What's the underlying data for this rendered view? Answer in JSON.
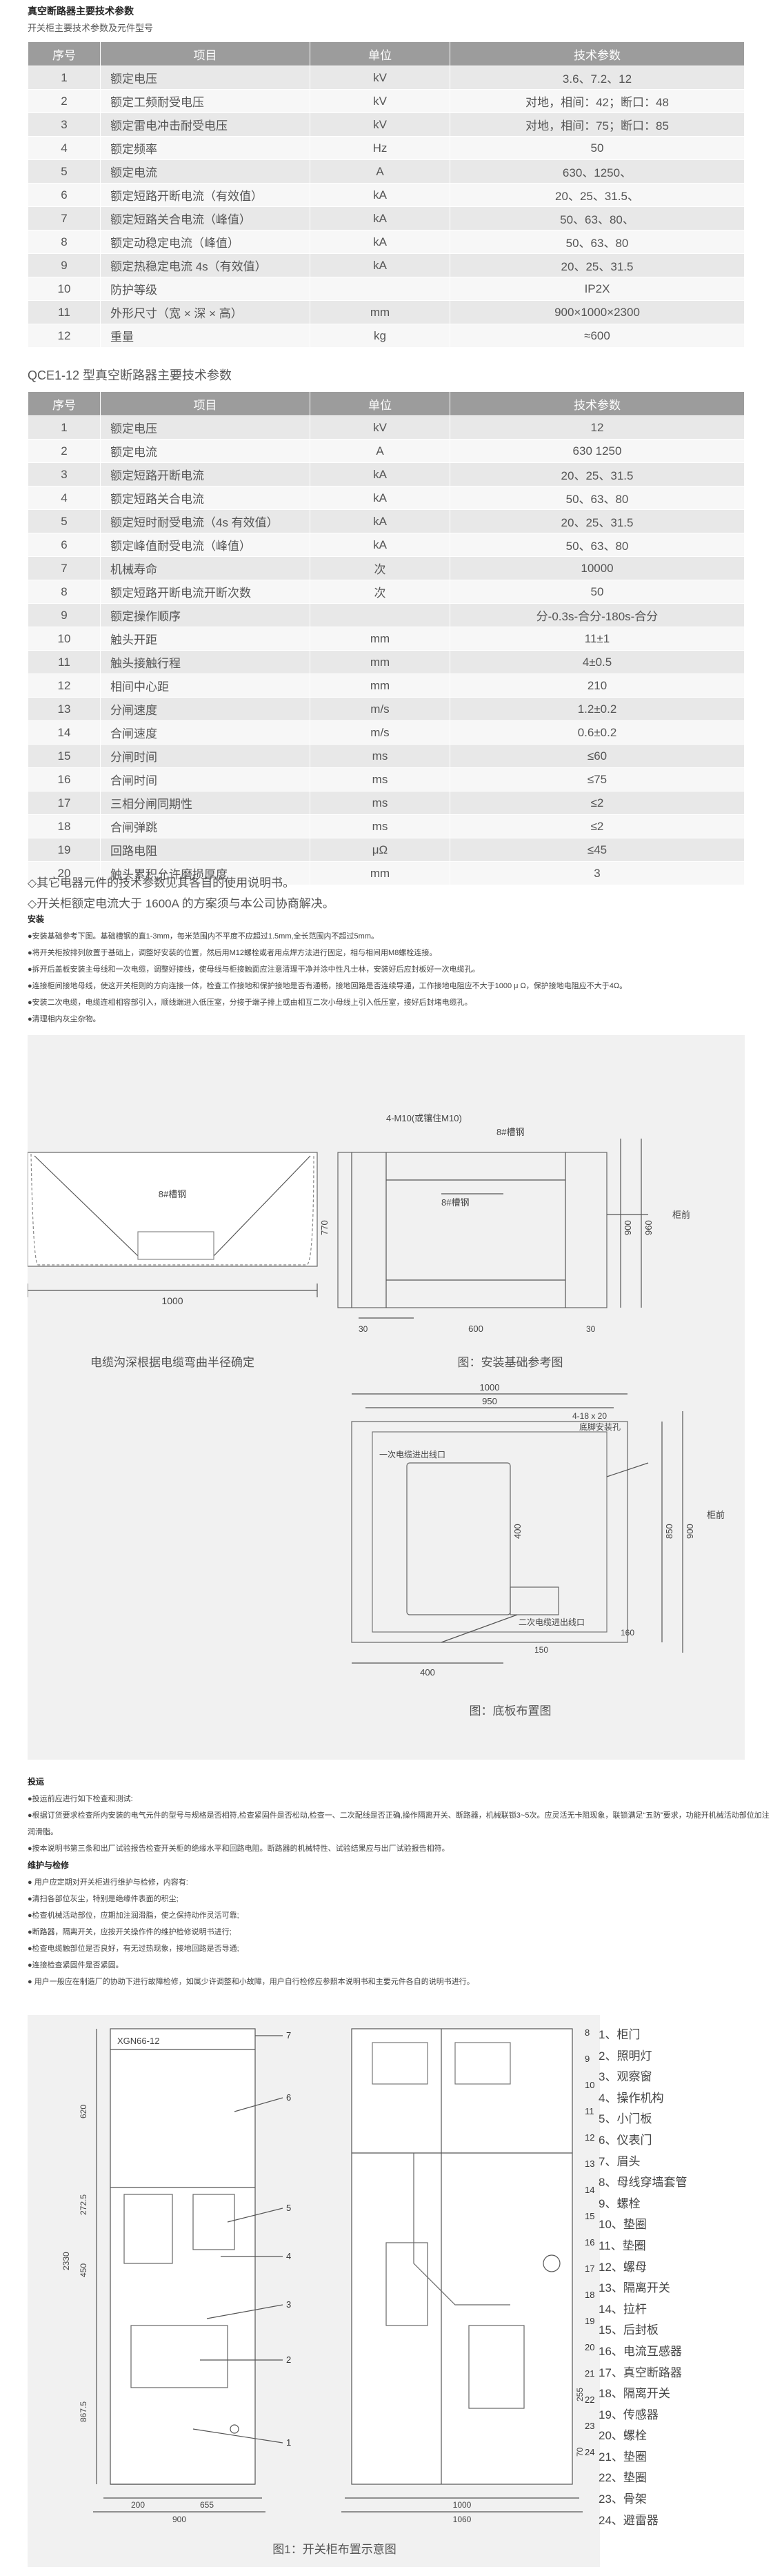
{
  "header": {
    "title": "真空断路器主要技术参数",
    "subtitle": "开关柜主要技术参数及元件型号"
  },
  "table1": {
    "headers": [
      "序号",
      "项目",
      "单位",
      "技术参数"
    ],
    "rows": [
      [
        "1",
        "额定电压",
        "kV",
        "3.6、7.2、12"
      ],
      [
        "2",
        "额定工频耐受电压",
        "kV",
        "对地，相间：42；断口：48"
      ],
      [
        "3",
        "额定雷电冲击耐受电压",
        "kV",
        "对地，相间：75；断口：85"
      ],
      [
        "4",
        "额定频率",
        "Hz",
        "50"
      ],
      [
        "5",
        "额定电流",
        "A",
        "630、1250、"
      ],
      [
        "6",
        "额定短路开断电流（有效值）",
        "kA",
        "20、25、31.5、"
      ],
      [
        "7",
        "额定短路关合电流（峰值）",
        "kA",
        "50、63、80、"
      ],
      [
        "8",
        "额定动稳定电流（峰值）",
        "kA",
        "50、63、80"
      ],
      [
        "9",
        "额定热稳定电流 4s（有效值）",
        "kA",
        "20、25、31.5"
      ],
      [
        "10",
        "防护等级",
        "",
        "IP2X"
      ],
      [
        "11",
        "外形尺寸（宽 × 深 × 高）",
        "mm",
        "900×1000×2300"
      ],
      [
        "12",
        "重量",
        "kg",
        "≈600"
      ]
    ]
  },
  "table2": {
    "title": "QCE1-12 型真空断路器主要技术参数",
    "headers": [
      "序号",
      "项目",
      "单位",
      "技术参数"
    ],
    "rows": [
      [
        "1",
        "额定电压",
        "kV",
        "12"
      ],
      [
        "2",
        "额定电流",
        "A",
        "630 1250"
      ],
      [
        "3",
        "额定短路开断电流",
        "kA",
        "20、25、31.5"
      ],
      [
        "4",
        "额定短路关合电流",
        "kA",
        "50、63、80"
      ],
      [
        "5",
        "额定短时耐受电流（4s 有效值）",
        "kA",
        "20、25、31.5"
      ],
      [
        "6",
        "额定峰值耐受电流（峰值）",
        "kA",
        "50、63、80"
      ],
      [
        "7",
        "机械寿命",
        "次",
        "10000"
      ],
      [
        "8",
        "额定短路开断电流开断次数",
        "次",
        "50"
      ],
      [
        "9",
        "额定操作顺序",
        "",
        "分-0.3s-合分-180s-合分"
      ],
      [
        "10",
        "触头开距",
        "mm",
        "11±1"
      ],
      [
        "11",
        "触头接触行程",
        "mm",
        "4±0.5"
      ],
      [
        "12",
        "相间中心距",
        "mm",
        "210"
      ],
      [
        "13",
        "分闸速度",
        "m/s",
        "1.2±0.2"
      ],
      [
        "14",
        "合闸速度",
        "m/s",
        "0.6±0.2"
      ],
      [
        "15",
        "分闸时间",
        "ms",
        "≤60"
      ],
      [
        "16",
        "合闸时间",
        "ms",
        "≤75"
      ],
      [
        "17",
        "三相分闸同期性",
        "ms",
        "≤2"
      ],
      [
        "18",
        "合闸弹跳",
        "ms",
        "≤2"
      ],
      [
        "19",
        "回路电阻",
        "μΩ",
        "≤45"
      ],
      [
        "20",
        "触头累积允许磨损厚度",
        "mm",
        "3"
      ]
    ]
  },
  "notes": [
    "◇其它电器元件的技术参数见其各自的使用说明书。",
    "◇开关柜额定电流大于 1600A 的方案须与本公司协商解决。"
  ],
  "install": {
    "heading": "安装",
    "items": [
      "●安装基础参考下图。基础槽钢的直1-3mm，每米范围内不平度不应超过1.5mm,全长范围内不超过5mm。",
      "●将开关柜按排列放置于基础上，调整好安装的位置，然后用M12螺栓或者用点焊方法进行固定，相与相间用M8螺栓连接。",
      "●拆开后盖板安装主母线和一次电缆，调整好接线，使母线与柜接触面应注意清理干净并涂中性凡士林，安装好后应封板好一次电缆孔。",
      "●连接柜间接地母线，使这开关柜则的方向连接一体，检查工作接地和保护接地是否有通畅，接地回路是否连续导通，工作接地电阻应不大于1000 μ Ω，保护接地电阻应不大于4Ω。",
      "●安装二次电缆，电缆连相相容部引入，顺线端进入低压室，分接于端子排上或由相互二次小母线上引入低压室，接好后封堵电缆孔。",
      "●清理相内灰尘杂物。"
    ]
  },
  "fig1": {
    "left_caption": "电缆沟深根据电缆弯曲半径确定",
    "right_caption": "图：安装基础参考图",
    "channel_label": "8#槽钢",
    "bolt_label": "4-M10(或镶住M10)",
    "dim_1000": "1000",
    "dim_770": "770",
    "dim_600": "600",
    "dim_30": "30",
    "dim_900": "900",
    "dim_960": "960",
    "front_label": "柜前"
  },
  "fig2": {
    "caption": "图：底板布置图",
    "hole_label": "4-18 x 20",
    "hole_sub": "底脚安装孔",
    "cable_hole_1": "一次电缆进出线口",
    "cable_hole_2": "二次电缆进出线口",
    "front_label": "柜前",
    "dim_1000": "1000",
    "dim_950": "950",
    "dim_400a": "400",
    "dim_400b": "400",
    "dim_850": "850",
    "dim_900": "900",
    "dim_160": "160",
    "dim_150": "150"
  },
  "ops": {
    "heading1": "投运",
    "items1": [
      "●投运前应进行如下检查和测试:",
      "●根据订货要求检查所内安装的电气元件的型号与规格是否相符,检查紧固件是否松动,检查一、二次配线是否正确,操作隔离开关、断路器，机械联锁3~5次。应灵活无卡阻现象，联锁满足“五防”要求，功能开机械活动部位加注润滑脂。",
      "●按本说明书第三条和出厂试验报告检查开关柜的绝缘水平和回路电阻。断路器的机械特性、试验结果应与出厂试验报告相符。"
    ],
    "heading2": "维护与检修",
    "items2": [
      "● 用户应定期对开关柜进行维护与检修，内容有:",
      "●清扫各部位灰尘，特别是绝缘件表面的积尘;",
      "●检查机械活动部位，应期加注润滑脂，使之保持动作灵活可靠;",
      "●断路器，隔离开关，应按开关操作件的维护检修说明书进行;",
      "●检查电缆触部位是否良好，有无过热现象，接地回路是否导通;",
      "●连接检查紧固件是否紧固。",
      "● 用户一般应在制造厂的协助下进行故障检修，如属少许调整和小故障，用户自行检修应参照本说明书和主要元件各自的说明书进行。"
    ]
  },
  "fig3": {
    "caption": "图1：开关柜布置示意图",
    "cabinet_label": "XGN66-12",
    "dims": {
      "d620": "620",
      "d272": "272.5",
      "d450": "450",
      "d2330": "2330",
      "d867": "867.5",
      "d200": "200",
      "d655": "655",
      "d900": "900",
      "d1000": "1000",
      "d1060": "1060",
      "d255": "255",
      "d70": "70"
    },
    "callouts_left": [
      "7",
      "6",
      "5",
      "4",
      "3",
      "2",
      "1"
    ],
    "callouts_right": [
      "8",
      "9",
      "10",
      "11",
      "12",
      "13",
      "14",
      "15",
      "16",
      "17",
      "18",
      "19",
      "20",
      "21",
      "22",
      "23",
      "24"
    ]
  },
  "legend": [
    "1、柜门",
    "2、照明灯",
    "3、观察窗",
    "4、操作机构",
    "5、小门板",
    "6、仪表门",
    "7、眉头",
    "8、母线穿墙套管",
    "9、螺栓",
    "10、垫圈",
    "11、垫圈",
    "12、螺母",
    "13、隔离开关",
    "14、拉杆",
    "15、后封板",
    "16、电流互感器",
    "17、真空断路器",
    "18、隔离开关",
    "19、传感器",
    "20、螺栓",
    "21、垫圈",
    "22、垫圈",
    "23、骨架",
    "24、避雷器"
  ],
  "colors": {
    "header_gray": "#9c9c9c",
    "row_odd": "#e8e8e8",
    "row_even": "#f7f7f7",
    "figure_bg": "#f1f1f1"
  }
}
